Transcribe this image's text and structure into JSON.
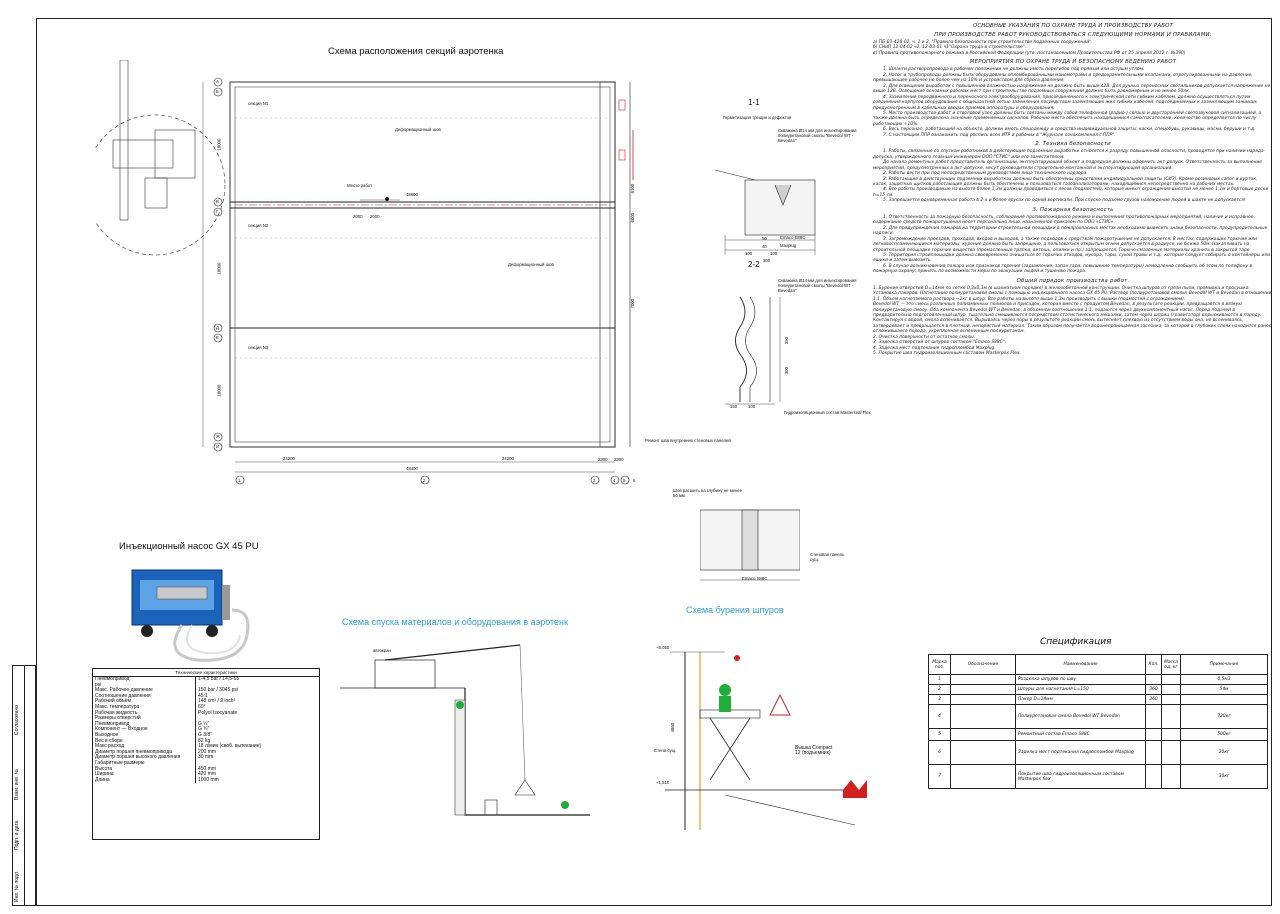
{
  "sheet": {
    "plan_title": "Схема расположения секций аэротенка",
    "section_labels": [
      "секция N1",
      "секция N2",
      "секция N3"
    ],
    "plan_notes": {
      "deform_seam_1": "Деформационный шов",
      "deform_seam_2": "Деформационный шов",
      "work_place": "Место работ"
    },
    "row_axes": [
      "А",
      "Б",
      "В",
      "Г",
      "Д",
      "Е",
      "Ж",
      "И"
    ],
    "col_axes": [
      "1",
      "2",
      "3",
      "4",
      "5",
      "6"
    ],
    "dims": {
      "bottom_left": "24200",
      "bottom_mid": "24200",
      "bottom_total": "48400",
      "mid_length": "48600",
      "seam_a": "2000",
      "seam_b": "2000",
      "h1": "18000",
      "h2": "18000",
      "h3": "18000",
      "right_a": "6100",
      "right_b": "6000",
      "right_c": "7000",
      "right_side_a": "2300",
      "right_side_b": "2300"
    }
  },
  "sections": {
    "s11": {
      "title": "1-1",
      "subtitle": "Герметизация трещин и дефектов",
      "label_drill": "Скважина Ø14 мм для инъектирования полиуретановой смолы \"Bevedol WT - Bevedan\"",
      "label_emaco": "Emaco S88C",
      "label_maxplug": "Maxplug",
      "dim_a": "50",
      "dim_b": "40",
      "dim_c": "100",
      "dim_d": "100",
      "dim_e": "300"
    },
    "s22": {
      "title": "2-2",
      "label_drill": "Скважина Ø14 мм для инъектирования полиуретановой смолы \"Bevedol WT - Bevedan\"",
      "label_flex": "Гидроизоляционный состав Masterseal Flex",
      "dim_a": "150",
      "dim_b": "100",
      "dim_c": "350",
      "dim_d": "300"
    },
    "s_joint": {
      "title": "Ремонт шва внутренних стеновых панелей",
      "label_cut": "Шов расшить на глубину не менее 50 мм",
      "label_emaco": "Emaco S88C",
      "label_panel": "Стеновая панель сущ."
    }
  },
  "pump": {
    "title": "Инъекционный насос GX 45 PU",
    "table_caption": "Технические характеристики",
    "rows": [
      {
        "k": "Пневмопривод",
        "v": "1-4,5 bar / 14,5-65"
      },
      {
        "k": "psi",
        "v": ""
      },
      {
        "k": "Макс. Рабочее давление",
        "v": "150 bar / 3045 psi"
      },
      {
        "k": "Соотношение давления",
        "v": "45:1"
      },
      {
        "k": "Рабочий объём",
        "v": "148 cm³ / 9 inch³"
      },
      {
        "k": "Макс. температура",
        "v": "60°"
      },
      {
        "k": "Рабочая жидкость",
        "v": "Polyol Isocyanate"
      },
      {
        "k": "Размеры отверстий",
        "v": ""
      },
      {
        "k": "Пневмопривод",
        "v": "G ¼\""
      },
      {
        "k": "Компонент — Входное",
        "v": "G ¾\""
      },
      {
        "k": "Выходное",
        "v": "G 3/8\""
      },
      {
        "k": "Вес в сборе",
        "v": "82 kg"
      },
      {
        "k": "Макс расход",
        "v": "18 л/мин (своб. вытекание)"
      },
      {
        "k": "Диаметр поршня пневмопривода",
        "v": "200 mm"
      },
      {
        "k": "Диаметр поршня высокого давления",
        "v": "30 mm"
      },
      {
        "k": "Габаритные размеры",
        "v": ""
      },
      {
        "k": "Высота",
        "v": "450 mm"
      },
      {
        "k": "Ширина",
        "v": "420 mm"
      },
      {
        "k": "Длина",
        "v": "1000 mm"
      }
    ]
  },
  "descent": {
    "title": "Схема спуска материалов и оборудования в аэротенк",
    "crane_label": "автокран"
  },
  "drilling": {
    "title": "Схема бурения шпуров",
    "level_top": "+8,050",
    "level_bottom": "+1,510",
    "height_dim": "4860",
    "wall_label": "Стена сущ.",
    "lift_label": "Вышка Compact 12 (подъемник)"
  },
  "notes": {
    "h1": "ОСНОВНЫЕ УКАЗАНИЯ ПО ОХРАНЕ ТРУДА И ПРОИЗВОДСТВУ РАБОТ",
    "h1a": "ПРИ ПРОИЗВОДСТВЕ РАБОТ РУКОВОДСТВОВАТЬСЯ СЛЕДУЮЩИМИ НОРМАМИ И ПРАВИЛАМИ:",
    "intro": [
      "а) ПБ-03-428-02, ч. 1 и 2, \"Правила безопасности при строительстве подземных сооружений\".",
      "б) СНиП 12-04-02 ч2, 12-03-01 ч1\"Охрана труда в строительстве\".",
      "в) Правила противопожарного режима в Российской Федерации (утв. постановлением Правительства РФ от 25 апреля 2012 г. №390)"
    ],
    "h2": "МЕРОПРИЯТИЯ ПО ОХРАНЕ ТРУДА И БЕЗОПАСНОМУ ВЕДЕНИЮ РАБОТ",
    "p1": [
      "1. Шланги растворопровода в рабочем положении не должны иметь перегибов под прямым или острым углом.",
      "2. Насос и трубопроводы должны быть оборудованы опломбированными манометрами и предохранительными клапанами, отрегулированными на давление, превышающее рабочее не более чем на 10% и устройством для сброса давления.",
      "3. Для освещения выработок с повышенной влажностью напряжение не должно быть выше 42В. Для ручных переносных светильников допускается напряжение не выше 12В. Освещение основных рабочих мест при строительстве подземных сооружений должно быть равномерным и не менее 50лк.",
      "4. Заземление передвижного и переносного электрооборудования, присоединенного к электрической сети гибким кабелем, должно осуществляться путем соединения корпусов оборудования с общешахтной сетью заземления посредством заземляющих жил гибких кабелей, подсоединяемых к заземляющим зажимам, предусмотренным в кабельных вводах приемов аппаратуры и оборудования.",
      "5. Место производства работ и стволовой узел должны быть связаны между собой телефонной (радио-) связью и двусторонней светозвуковой сигнализацией, а также должна быть определена значение применяемых сигналов. Рабочие места обеспечить находящимися самоспасателями, количество определяется по числу работающих +10%.",
      "6. Весь персонал, работающий на объекте, должен иметь спецодежду и средства индивидуальной защиты: каски, спецобувь, рукавицы, маски, беруши и т.д.",
      "7. С настоящим ППР ознакомить под роспись всех ИТР и рабочих в \"Журнале ознакомления с ППР\"."
    ],
    "h3": "2. Техника безопасности",
    "p2": [
      "1. Работы, связанные со спуском работников в действующие подземные выработки относятся к разряду повышенной опасности, проводятся при наличии наряда-допуска, утвержденного главным инженером ООО \"СТИС\" или его заместителем.",
      "До начала ремонтных работ представитель организации, эксплуатирующей объект и подрядная должны оформить акт-допуск. Ответственность за выполнение мероприятий, предусмотренных в акт-допуске, несут руководители строительно-монтажной и эксплуатирующей организаций.",
      "2. Работы вести при под непосредственным руководством лица технического надзора.",
      "3. Работающие в действующих подземных выработках должны быть обеспечены средствами индивидуальной защиты (СИЗ). Кроме резиновых сапог и курток, касок, защитных щитков работающие должны быть обеспечены и пользоваться газоанализаторами, находящимися непосредственно на рабочих местах.",
      "4. Все работы производимые на высоте более 1,3м должны проводиться с лесов (подмостей), которые имеют ограждения высотой не менее 1,1м и бортовые доски h=15 см.",
      "5. Запрещается одновременная работа в 2-х и более ярусах по одной вертикали. При спуске-подъеме грузов нахождение людей в шахте не допускается!"
    ],
    "h4": "3. Пожарная безопасность",
    "p3": [
      "1. Ответственность за пожарную безопасность, соблюдение противопожарного режима и выполнения противопожарных мероприятий, наличие и исправное содержание средств пожаротушения несет персонально лицо, назначенное приказом по ООО «СТИС».",
      "2. Для предупреждения пожаров на территории строительной площадки в пожароопасных местах необходимо вывесить знаки безопасности, предупредительные надписи.",
      "3. Загромождение проездов, проходов, входов и выходов, а также подходов к средствам пожаротушения не допускается. В местах, содержащих горючие или легковоспламеняющиеся материалы, курение должно быть запрещено, а пользоваться открытым огнем допускается в радиусе, не ближе 50м. Накапливать на строительной площадке горючие вещества (промасленные тряпки, ветошь, опилки и пр.) запрещается. Горюче-смазочные материалы хранить в закрытой таре.",
      "5. Территория стройплощадки должна своевременно очищаться от горючих отходов, мусора, тары, сухой травы и т.д., которые следует собирать в контейнеры или ящики и затем вывозить.",
      "6. В случае возникновения пожара или признаков горения (задымление, запах гари, повышение температуры) немедленно сообщить об этом по телефону в пожарную охрану; принять по возможности меры по эвакуации людей и тушению пожара."
    ],
    "h5": "Общий порядок производства работ.",
    "p4": [
      "1. Бурение отверстий D=14мм по сетке 0,3х0,3м (в шахматном порядке) в железобетонной конструкции. Очистка шпуров от грязи пыли, промывка и просушка. Установка пакеров. Нагнетание полиуретановой смолы с помощью инъекционного насоса GX 45 PU. Раствор (полиуретановой смолы) Bevedol WT и Bevedan в отношении 1:1. Объем нагнетаемого раствора ~2кг в шпур. Все работы на высоте выше 1,3м производить с вышки (подмостей с ограждением).",
      "Bevedol WT — это смесь различных полиаминных полиолов и присадок, которая вместе с продуктом Bevedan, в результате реакции, превращается в вязкую полиуретановую смолу. Оба компонента Bevedol WT и Bevedan, в объемном соотношении 1:1, подаются через двухкомпонентный насос. Перед подачей в предварительно подготовленный шпур, тщательно смешиваются посредством статистического мешалки, затем через шприц (гравитатор) впрыскиваются в породу. Контактируя с водой, смола вспенивается. Вырываясь через поры в результате реакции смесь вытесняет плехвою из отсутствием воды она, не вспениваясь, затвердевает и превращается в плотный, непористый материал. Таким образом получается водонепроницаемая заслонка, за которой в глубоких слоях находится ранее отложившаяся порода, укрепленная вспененным полиуретаном.",
      "2. Очистка поверхности от остатков смолы.",
      "3. Заделка отверстий от шпуров составом \"Emaco S88C\".",
      "4. Заделка мест подтекания гидропломбой Maxplug.",
      "5. Покрытие шва гидроизоляционным составом Masterpox Flex."
    ]
  },
  "spec": {
    "title": "Спецификация",
    "headers": [
      "Марка поз.",
      "Обозначение",
      "Наименование",
      "Кол.",
      "Масса ед, кг",
      "Примечание"
    ],
    "rows": [
      {
        "pos": "1",
        "des": "",
        "name": "Разделка шпуров по шву",
        "qty": "",
        "mass": "",
        "note": "0,5м3"
      },
      {
        "pos": "2",
        "des": "",
        "name": "Шпуры для нагнетания L=150",
        "qty": "360",
        "mass": "",
        "note": "54м"
      },
      {
        "pos": "3",
        "des": "",
        "name": "Пакер D=14мм",
        "qty": "360",
        "mass": "",
        "note": ""
      },
      {
        "pos": "4",
        "des": "",
        "name": "Полиуретановая смола Bevedol WT Bevedan",
        "qty": "",
        "mass": "",
        "note": "720кг"
      },
      {
        "pos": "5",
        "des": "",
        "name": "Ремонтный состав Emaco S88C",
        "qty": "",
        "mass": "",
        "note": "500кг"
      },
      {
        "pos": "6",
        "des": "",
        "name": "Заделка мест подтекания гидропломбой Maxplug",
        "qty": "",
        "mass": "",
        "note": "20кг"
      },
      {
        "pos": "7",
        "des": "",
        "name": "Покрытие шва гидроизоляционным составом Masterpox flex",
        "qty": "",
        "mass": "",
        "note": "30кг"
      }
    ]
  },
  "stamp": {
    "labels": [
      "Согласовано",
      "Взам. инв. №",
      "Подп. и дата",
      "Инв. № подл."
    ]
  },
  "colors": {
    "accent_blue": "#2a9fd6",
    "accent_red": "#d21f1f",
    "accent_green": "#1fae3a",
    "pump_blue": "#1a63b8"
  }
}
